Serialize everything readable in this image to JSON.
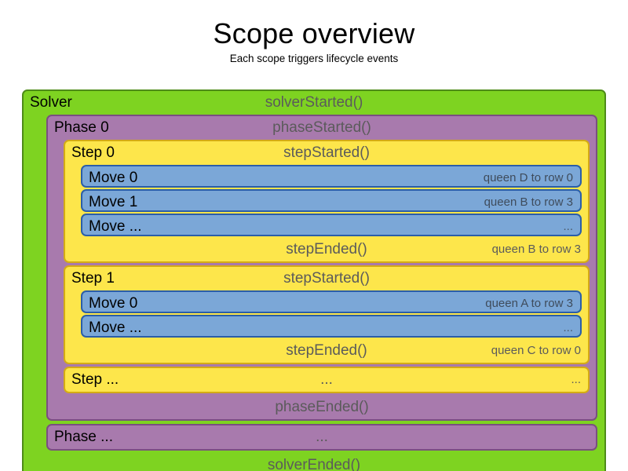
{
  "heading": {
    "title": "Scope overview",
    "subtitle": "Each scope triggers lifecycle events"
  },
  "colors": {
    "solver": "#7ed321",
    "solver_border": "#4e8b18",
    "phase": "#a87aad",
    "phase_border": "#7a4f80",
    "step": "#fde64b",
    "step_border": "#d4ab15",
    "move": "#7ba7d7",
    "move_border": "#2b5ea8",
    "event_text": "#5b5b5b",
    "label_text": "#000000"
  },
  "solver": {
    "label": "Solver",
    "started_event": "solverStarted()",
    "ended_event": "solverEnded()",
    "phases": [
      {
        "label": "Phase 0",
        "started_event": "phaseStarted()",
        "ended_event": "phaseEnded()",
        "steps": [
          {
            "label": "Step 0",
            "started_event": "stepStarted()",
            "ended_event": "stepEnded()",
            "ended_result": "queen B to row 3",
            "moves": [
              {
                "label": "Move 0",
                "detail": "queen D to row 0"
              },
              {
                "label": "Move 1",
                "detail": "queen B to row 3"
              },
              {
                "label": "Move ...",
                "detail": "..."
              }
            ]
          },
          {
            "label": "Step 1",
            "started_event": "stepStarted()",
            "ended_event": "stepEnded()",
            "ended_result": "queen C to row 0",
            "moves": [
              {
                "label": "Move 0",
                "detail": "queen A to row 3"
              },
              {
                "label": "Move ...",
                "detail": "..."
              }
            ]
          },
          {
            "label": "Step ...",
            "started_event": "...",
            "ended_result": "...",
            "collapsed": true,
            "moves": []
          }
        ]
      },
      {
        "label": "Phase ...",
        "started_event": "...",
        "collapsed": true,
        "steps": []
      }
    ]
  }
}
